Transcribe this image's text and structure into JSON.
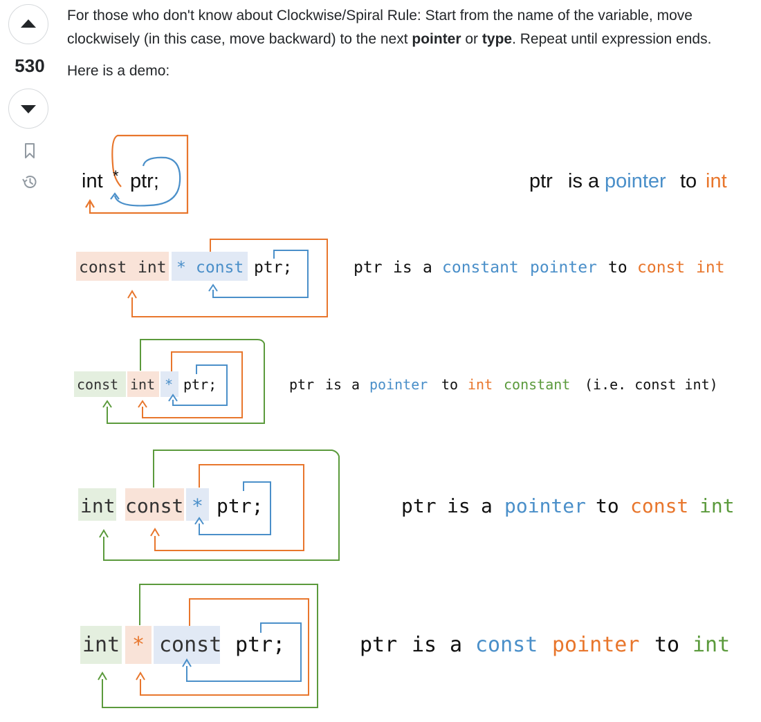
{
  "vote": {
    "score": "530"
  },
  "post": {
    "p1_text": "For those who don't know about Clockwise/Spiral Rule: Start from the name of the variable, move clockwisely (in this case, move backward) to the next ",
    "p1_bold1": "pointer",
    "p1_or": " or ",
    "p1_bold2": "type",
    "p1_end": ". Repeat until expression ends.",
    "p2": "Here is a demo:"
  },
  "colors": {
    "orange": "#e8762c",
    "blue": "#4a8fc9",
    "green": "#5b9a3c",
    "orange_bg": "#f9e3d8",
    "blue_bg": "#e1e9f5",
    "green_bg": "#e4efdf"
  },
  "icons": {
    "upvote": "triangle-up-icon",
    "downvote": "triangle-down-icon",
    "bookmark": "bookmark-icon",
    "history": "history-icon"
  },
  "demo": {
    "r1": {
      "int": "int",
      "star": "*",
      "ptr": "ptr;",
      "d_ptr": "ptr",
      "d_is": "is a",
      "d_pointer": "pointer",
      "d_to": "to",
      "d_int": "int"
    },
    "r2": {
      "const1": "const",
      "int": "int",
      "star": "*",
      "const2": "const",
      "ptr": "ptr;",
      "d_ptr": "ptr",
      "d_is": "is",
      "d_a": "a",
      "d_constant": "constant",
      "d_pointer": "pointer",
      "d_to": "to",
      "d_const": "const",
      "d_int": "int"
    },
    "r3": {
      "const": "const",
      "int": "int",
      "star": "*",
      "ptr": "ptr;",
      "d_ptr": "ptr",
      "d_is": "is",
      "d_a": "a",
      "d_pointer": "pointer",
      "d_to": "to",
      "d_int": "int",
      "d_constant": "constant",
      "d_ie": "(i.e. const int)"
    },
    "r4": {
      "int": "int",
      "const": "const",
      "star": "*",
      "ptr": "ptr;",
      "d_ptr": "ptr",
      "d_is": "is",
      "d_a": "a",
      "d_pointer": "pointer",
      "d_to": "to",
      "d_const": "const",
      "d_int": "int"
    },
    "r5": {
      "int": "int",
      "star": "*",
      "const": "const",
      "ptr": "ptr;",
      "d_ptr": "ptr",
      "d_is": "is",
      "d_a": "a",
      "d_const": "const",
      "d_pointer": "pointer",
      "d_to": "to",
      "d_int": "int"
    }
  }
}
